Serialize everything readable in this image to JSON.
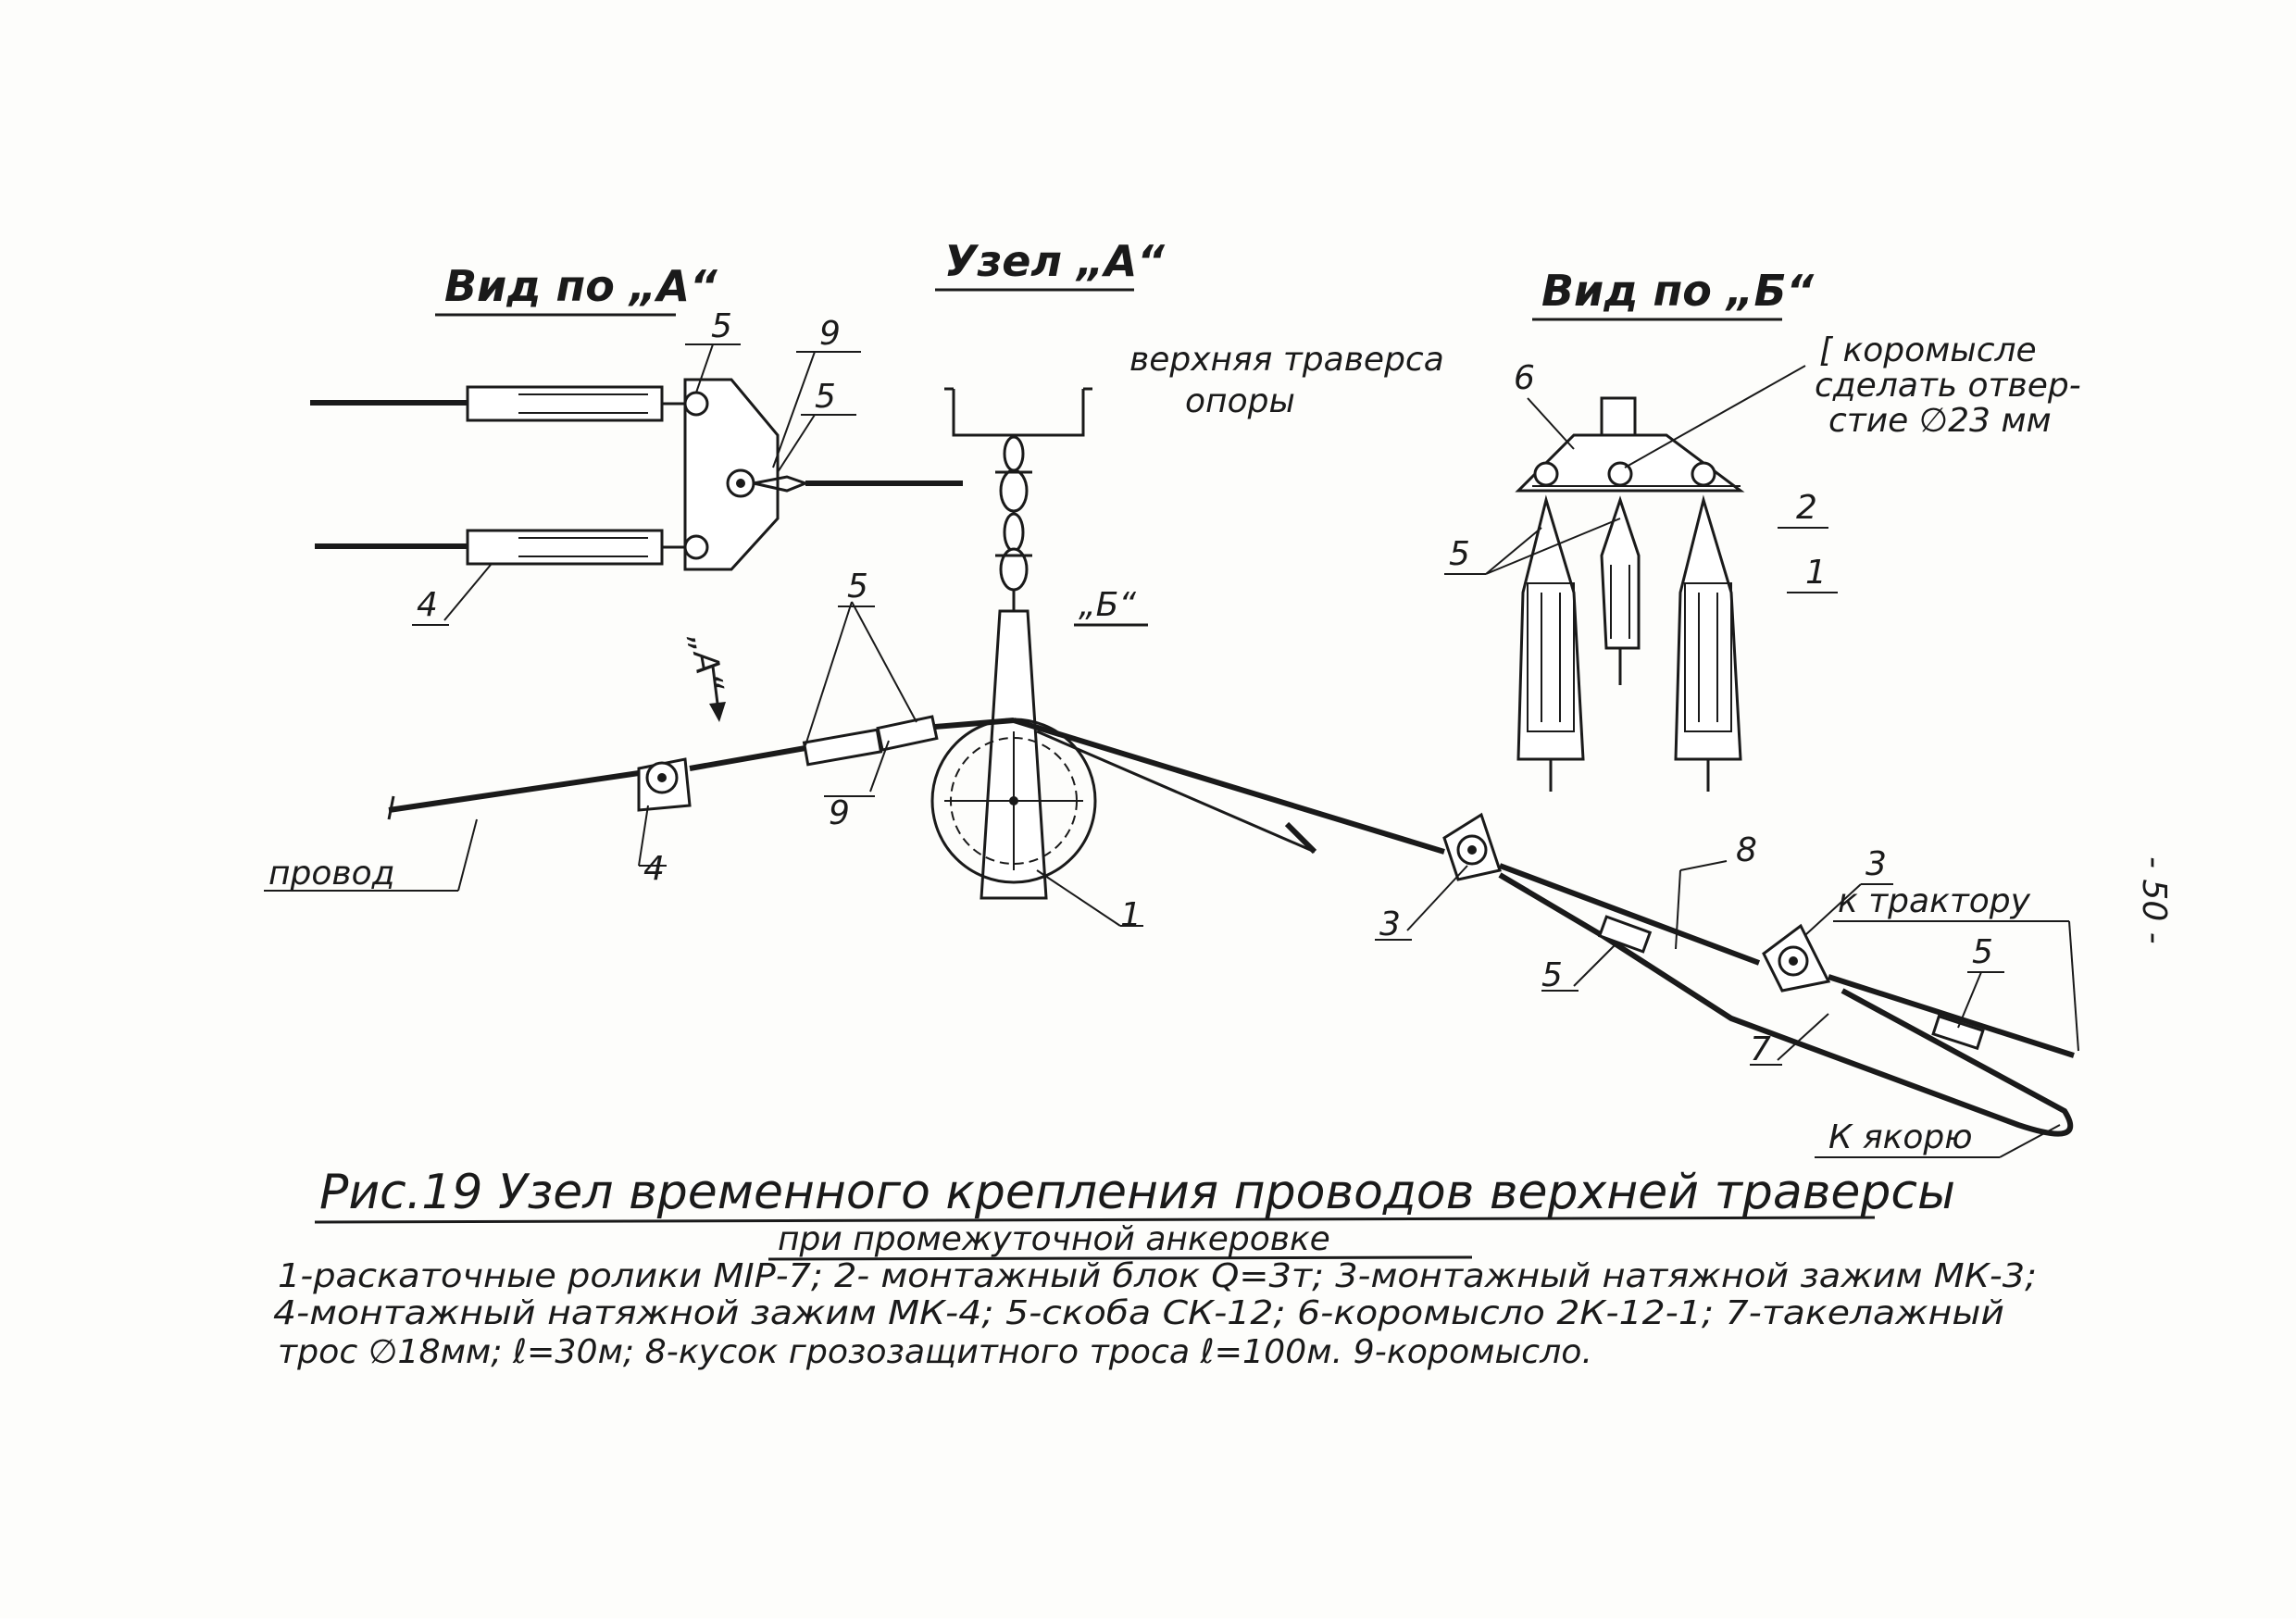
{
  "headers": {
    "view_a": "Вид по „А“",
    "node_a": "Узел „А“",
    "view_b": "Вид по „Б“"
  },
  "notes": {
    "crossarm_line1": "верхняя траверса",
    "crossarm_line2": "опоры",
    "hole_line1": "[ коромысле",
    "hole_line2": "сделать отвер-",
    "hole_line3": "стие ∅23 мм",
    "to_tractor": "к трактору",
    "to_anchor": "К якорю",
    "wire": "провод",
    "arrow_a": "„А“",
    "arrow_b": "„Б“"
  },
  "callouts": {
    "n1": "1",
    "n2": "2",
    "n3": "3",
    "n4": "4",
    "n5": "5",
    "n6": "6",
    "n7": "7",
    "n8": "8",
    "n9": "9"
  },
  "caption": {
    "title": "Рис.19 Узел временного крепления проводов верхней траверсы",
    "subtitle": "при промежуточной анкеровке"
  },
  "legend": {
    "line1": "1-раскаточные ролики МIР-7; 2- монтажный блок Q=3т; 3-монтажный натяжной зажим МК-3;",
    "line2": "4-монтажный натяжной зажим МК-4; 5-скоба СК-12; 6-коромысло 2К-12-1; 7-такелажный",
    "line3": "трос ∅18мм; ℓ=30м; 8-кусок грозозащитного троса ℓ=100м. 9-коромысло."
  },
  "page_number": "- 50 -"
}
